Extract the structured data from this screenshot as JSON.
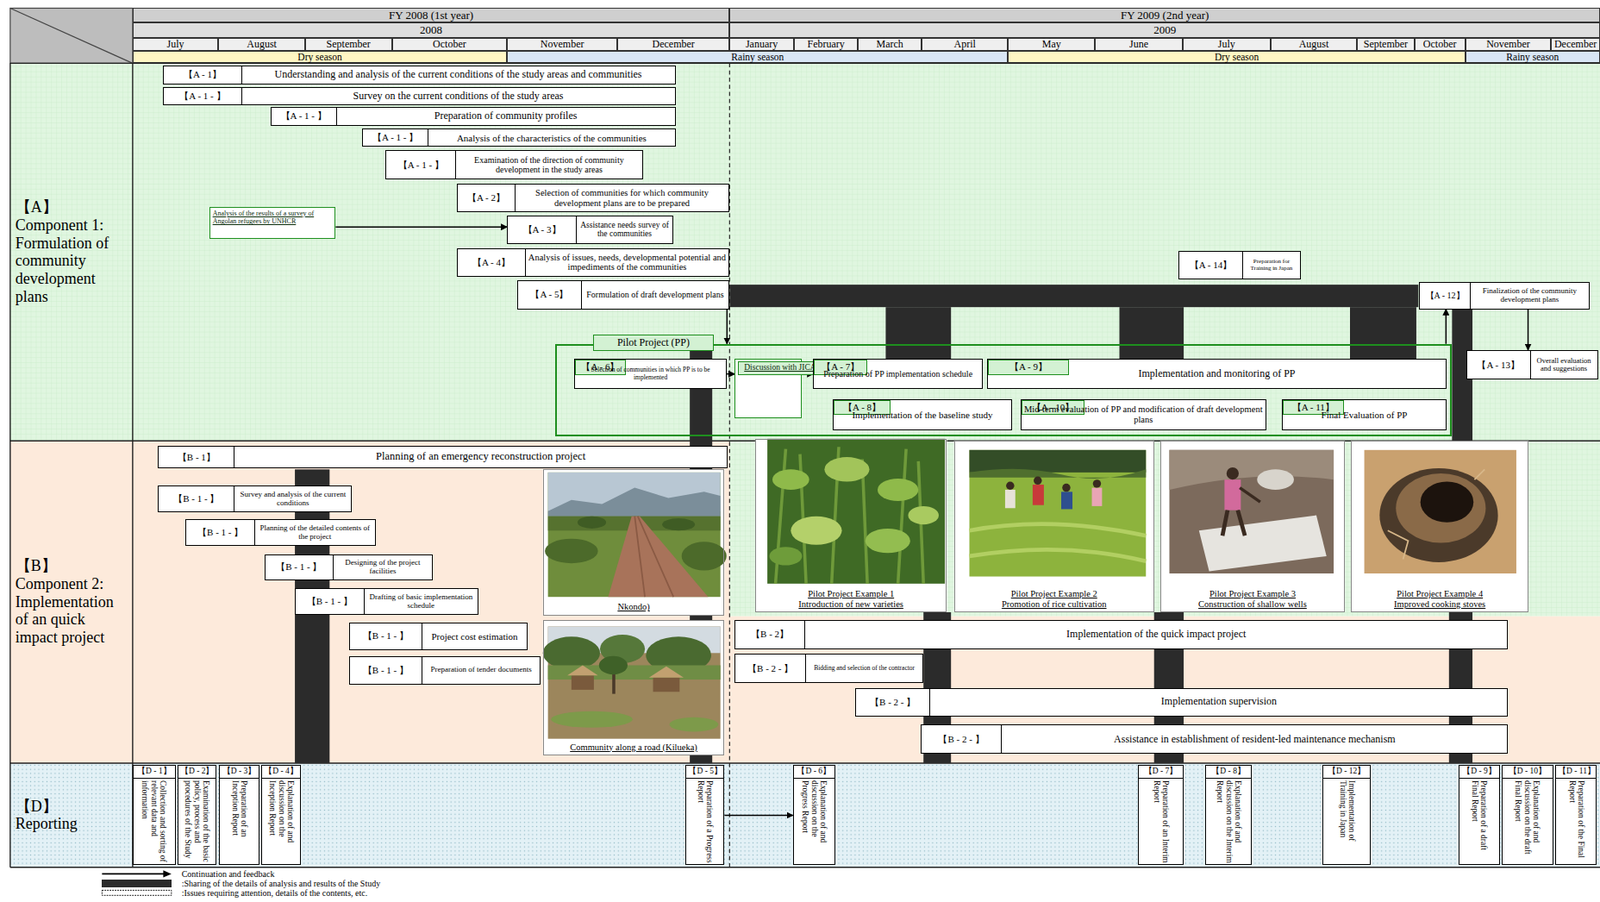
{
  "diagram": {
    "nodes": [
      {
        "text": [
          "【A】",
          "Component 1: Formulation of community development plans"
        ]
      },
      {
        "text": [
          "【A - 1】",
          "Understanding and analysis of the current conditions of the study areas and communities"
        ]
      },
      {
        "text": [
          "【A - 1 - 】",
          "Survey on the current conditions of the study areas"
        ]
      },
      {
        "text": [
          "【A - 1 - 】",
          "Preparation of community profiles"
        ]
      },
      {
        "text": [
          "【A - 1 - 】",
          "Analysis of the characteristics of the communities"
        ]
      },
      {
        "text": [
          "【A - 1 - 】",
          "Examination of the direction of community development in the study areas"
        ]
      },
      {
        "text": [
          "【A - 2】",
          "Selection of communities for which community development plans are to be prepared"
        ]
      },
      {
        "text": [
          "Analysis of the results of a survey of Angolan refugees by UNHCR"
        ]
      },
      {
        "text": [
          "【A - 3】",
          "Assistance needs survey of the communities"
        ]
      },
      {
        "text": [
          "【A - 4】",
          "Analysis of issues, needs, developmental potential and impediments of the communities"
        ]
      },
      {
        "text": [
          "【A - 5】",
          "Formulation of draft development plans"
        ]
      },
      {
        "text": [
          "【A - 14】",
          "Preparation for Training in Japan"
        ]
      },
      {
        "text": [
          "【A - 12】",
          "Finalization of the community development plans"
        ]
      },
      {
        "text": [
          "Pilot Project (PP)"
        ]
      },
      {
        "text": [
          "【A - 6】",
          "Selection of communities in which PP is to be implemented"
        ],
        "in": 13
      },
      {
        "text": [
          "Discussion with JICA on the contents of PP"
        ],
        "in": 13
      },
      {
        "text": [
          "【A - 7】",
          "Preparation of PP implementation schedule"
        ],
        "in": 13
      },
      {
        "text": [
          "【A - 9】",
          "Implementation and monitoring of PP"
        ],
        "in": 13
      },
      {
        "text": [
          "【A - 8】",
          "Implementation of the baseline study"
        ],
        "in": 13
      },
      {
        "text": [
          "【A - 10】",
          "Mid-term evaluation of PP and modification of draft development plans"
        ],
        "in": 13
      },
      {
        "text": [
          "【A - 11】",
          "Final Evaluation of PP"
        ],
        "in": 13
      },
      {
        "text": [
          "【A - 13】",
          "Overall evaluation and suggestions"
        ]
      },
      {
        "text": [
          "【B】",
          "Component 2: Implementation of an quick impact project"
        ]
      },
      {
        "text": [
          "【B - 1】",
          "Planning of an emergency reconstruction project"
        ]
      },
      {
        "text": [
          "【B - 1 - 】",
          "Survey and analysis of the current conditions"
        ]
      },
      {
        "text": [
          "【B - 1 - 】",
          "Planning of the detailed contents of the project"
        ]
      },
      {
        "text": [
          "【B - 1 - 】",
          "Designing of the project facilities"
        ]
      },
      {
        "text": [
          "【B - 1 - 】",
          "Drafting of basic implementation schedule"
        ]
      },
      {
        "text": [
          "【B - 1 - 】",
          "Project cost estimation"
        ]
      },
      {
        "text": [
          "【B - 1 - 】",
          "Preparation of tender documents"
        ]
      },
      {
        "text": [
          "Nkondo)"
        ]
      },
      {
        "text": [
          "Community along a road (Kilueka)"
        ]
      },
      {
        "text": [
          "Pilot Project Example 1",
          "Introduction of new varieties"
        ]
      },
      {
        "text": [
          "Pilot Project Example 2",
          "Promotion of rice cultivation"
        ]
      },
      {
        "text": [
          "Pilot Project Example 3",
          "Construction of shallow wells"
        ]
      },
      {
        "text": [
          "Pilot Project Example 4",
          "Improved cooking stoves"
        ]
      },
      {
        "text": [
          "【B - 2】",
          "Implementation of the quick impact project"
        ]
      },
      {
        "text": [
          "【B - 2 - 】",
          "Bidding and selection of the contractor"
        ]
      },
      {
        "text": [
          "【B - 2 - 】",
          "Implementation supervision"
        ]
      },
      {
        "text": [
          "【B - 2 - 】",
          "Assistance in establishment of resident-led maintenance mechanism"
        ]
      },
      {
        "text": [
          "【D】",
          "Reporting"
        ]
      },
      {
        "text": [
          "【D - 1】",
          "Collection and sorting of relevant data and information"
        ]
      },
      {
        "text": [
          "【D - 2】",
          "Examination of the basic policy, process and procedures of the Study"
        ]
      },
      {
        "text": [
          "【D - 3】",
          "Preparation of an Inception Report"
        ]
      },
      {
        "text": [
          "【D - 4】",
          "Explanation of and discussion on the Inception Report"
        ]
      },
      {
        "text": [
          "【D - 5】",
          "Preparation of a Progress Report"
        ]
      },
      {
        "text": [
          "【D - 6】",
          "Explanation of and discussion on the Progress Report"
        ]
      },
      {
        "text": [
          "【D - 7】",
          "Preparation of an Interim Report"
        ]
      },
      {
        "text": [
          "【D - 8】",
          "Explanation of and discussion on the Interim Report"
        ]
      },
      {
        "text": [
          "【D - 12】",
          "Implementation of Training in Japan"
        ]
      },
      {
        "text": [
          "【D - 9】",
          "Preparation of a draft Final Report"
        ]
      },
      {
        "text": [
          "【D - 10】",
          "Explanation of and discussion on the draft Final Report"
        ]
      },
      {
        "text": [
          "【D - 11】",
          "Preparation of the Final Report"
        ]
      }
    ],
    "edges": [
      {
        "from": 7,
        "to": 8,
        "arrow": "to"
      },
      {
        "from": 10,
        "to": 13,
        "arrow": "to"
      },
      {
        "from": 14,
        "to": 15,
        "arrow": "to"
      },
      {
        "from": 15,
        "to": 16,
        "arrow": "to"
      },
      {
        "from": 13,
        "to": 12,
        "arrow": "to"
      },
      {
        "from": 12,
        "to": 21,
        "arrow": "to"
      },
      {
        "from": 45,
        "to": 46,
        "arrow": "to"
      }
    ],
    "labels": [
      "FY 2008 (1st year)",
      "FY 2009 (2nd year)",
      "2008",
      "2009",
      "July",
      "August",
      "September",
      "October",
      "November",
      "December",
      "January",
      "February",
      "March",
      "April",
      "May",
      "June",
      "July",
      "August",
      "September",
      "October",
      "November",
      "December",
      "Dry season",
      "Rainy season",
      "Dry season",
      "Rainy season"
    ],
    "legend": [
      {
        "text": "Continuation and feedback"
      },
      {
        "text": ":Sharing of the details of analysis and results of the Study",
        "color": "#2b2b2b"
      },
      {
        "text": ":Issues requiring attention, details of the contents, etc."
      }
    ]
  }
}
